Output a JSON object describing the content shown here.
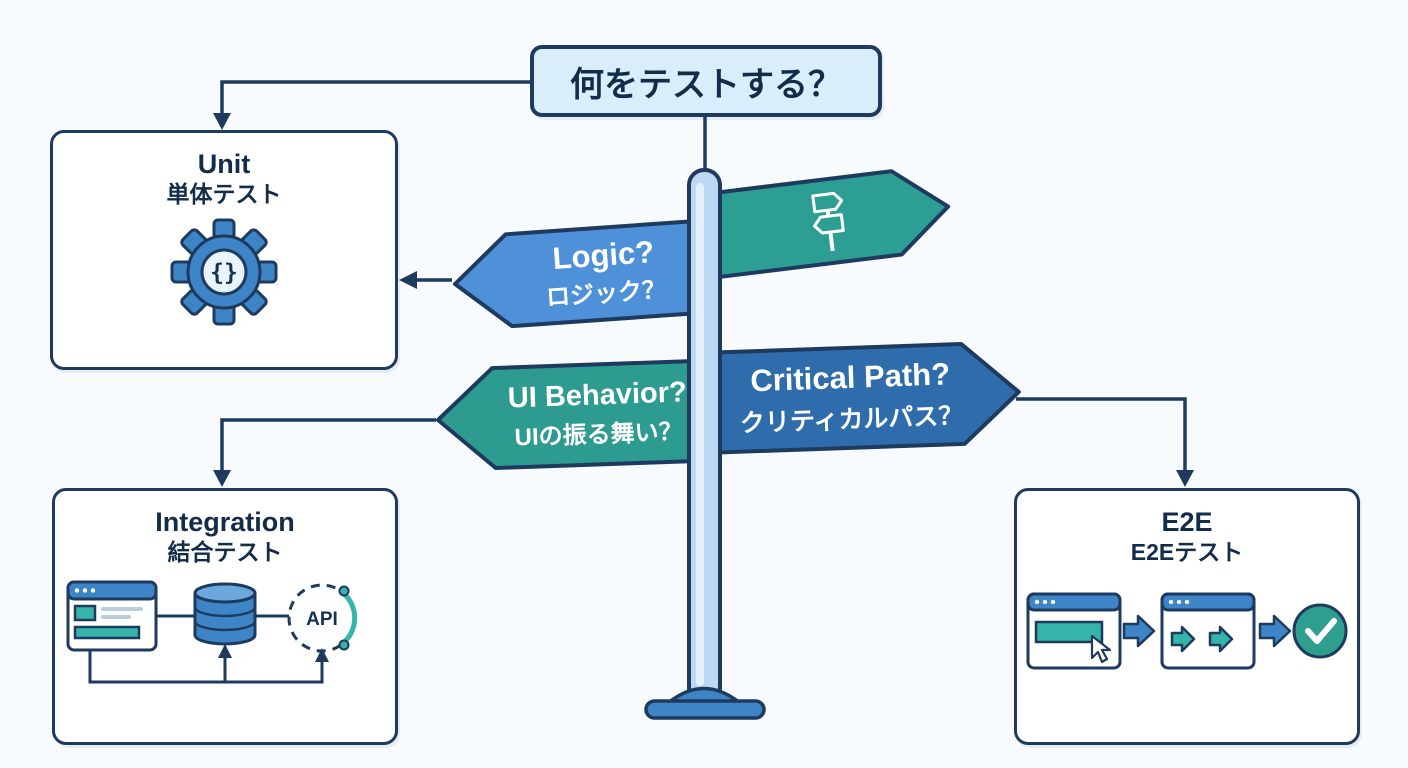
{
  "title": "何をテストする？",
  "signs": {
    "logic": {
      "line1": "Logic?",
      "line2": "ロジック？"
    },
    "ui_behavior": {
      "line1": "UI Behavior?",
      "line2": "UIの振る舞い？"
    },
    "critical_path": {
      "line1": "Critical Path?",
      "line2": "クリティカルパス？"
    }
  },
  "boxes": {
    "unit": {
      "title": "Unit",
      "subtitle": "単体テスト",
      "icon_label": "{}"
    },
    "integration": {
      "title": "Integration",
      "subtitle": "結合テスト",
      "api_label": "API"
    },
    "e2e": {
      "title": "E2E",
      "subtitle": "E2Eテスト"
    }
  },
  "colors": {
    "background": "#f8fbfe",
    "outline": "#1f3a5f",
    "question_fill": "#d9edfb",
    "pole_fill": "#bcd9f3",
    "sign_logic": "#4e91d9",
    "sign_critical": "#2f6cab",
    "sign_teal": "#2d9b8f",
    "icon_blue": "#3d85c6",
    "icon_teal": "#35b5a9",
    "check_green": "#2e9e8f"
  }
}
